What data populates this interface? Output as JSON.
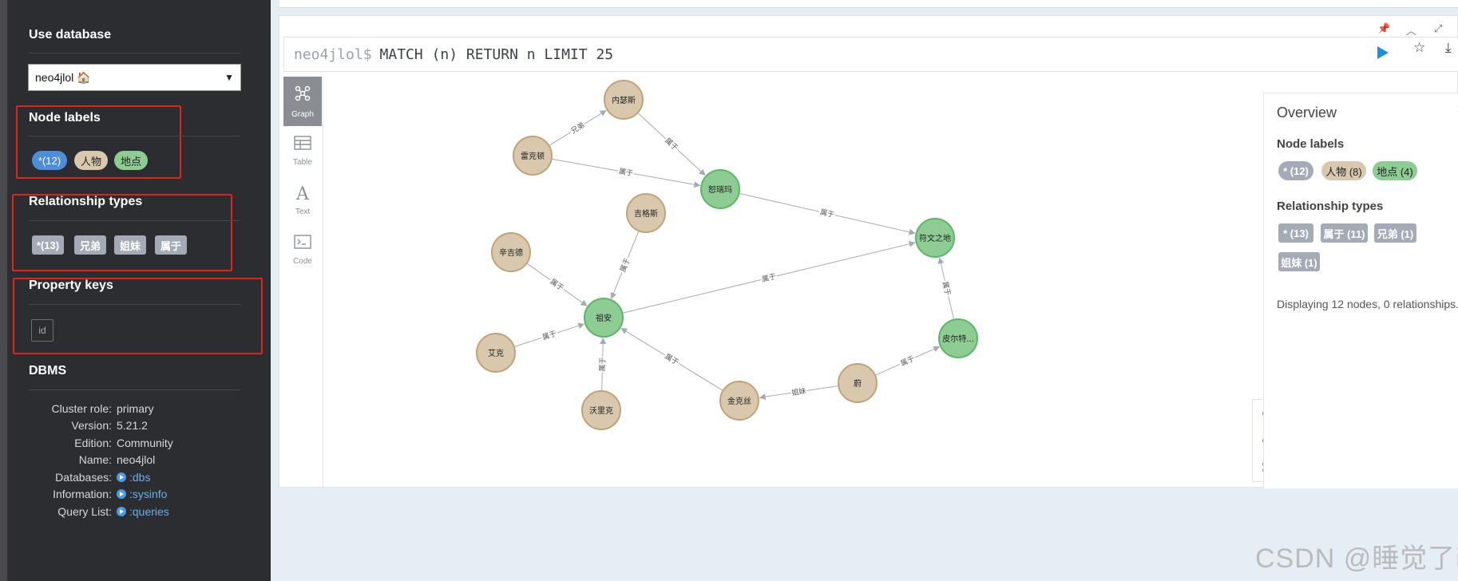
{
  "sidebar": {
    "use_database_title": "Use database",
    "database": "neo4jlol 🏠",
    "node_labels_title": "Node labels",
    "node_labels": [
      {
        "label": "*(12)",
        "color": "#4c8eda"
      },
      {
        "label": "人物",
        "color": "#d9c8ae"
      },
      {
        "label": "地点",
        "color": "#8dcc93"
      }
    ],
    "relationship_types_title": "Relationship types",
    "relationship_types": [
      "*(13)",
      "兄弟",
      "姐妹",
      "属于"
    ],
    "property_keys_title": "Property keys",
    "property_keys": [
      "id"
    ],
    "dbms_title": "DBMS",
    "dbms": {
      "cluster_role_key": "Cluster role:",
      "cluster_role": "primary",
      "version_key": "Version:",
      "version": "5.21.2",
      "edition_key": "Edition:",
      "edition": "Community",
      "name_key": "Name:",
      "name": "neo4jlol",
      "databases_key": "Databases:",
      "databases": ":dbs",
      "information_key": "Information:",
      "information": ":sysinfo",
      "query_list_key": "Query List:",
      "query_list": ":queries"
    }
  },
  "editor": {
    "prompt": "neo4jlol$",
    "query": "MATCH (n) RETURN n LIMIT 25"
  },
  "vis_tabs": [
    {
      "label": "Graph",
      "icon": "graph-icon"
    },
    {
      "label": "Table",
      "icon": "table-icon"
    },
    {
      "label": "Text",
      "icon": "text-icon"
    },
    {
      "label": "Code",
      "icon": "code-icon"
    }
  ],
  "graph": {
    "colors": {
      "person": "#d9c8ae",
      "person_border": "#c0a378",
      "place": "#8dcc93",
      "place_border": "#5db665"
    },
    "nodes": [
      {
        "id": "n1",
        "label": "内瑟斯",
        "type": "person"
      },
      {
        "id": "n2",
        "label": "雷克顿",
        "type": "person"
      },
      {
        "id": "n3",
        "label": "恕瑞玛",
        "type": "place"
      },
      {
        "id": "n4",
        "label": "吉格斯",
        "type": "person"
      },
      {
        "id": "n5",
        "label": "符文之地",
        "type": "place"
      },
      {
        "id": "n6",
        "label": "辛吉德",
        "type": "person"
      },
      {
        "id": "n7",
        "label": "祖安",
        "type": "place"
      },
      {
        "id": "n8",
        "label": "艾克",
        "type": "person"
      },
      {
        "id": "n9",
        "label": "沃里克",
        "type": "person"
      },
      {
        "id": "n10",
        "label": "皮尔特...",
        "type": "place"
      },
      {
        "id": "n11",
        "label": "蔚",
        "type": "person"
      },
      {
        "id": "n12",
        "label": "金克丝",
        "type": "person"
      }
    ],
    "edges": [
      {
        "from": "n2",
        "to": "n1",
        "label": "兄弟"
      },
      {
        "from": "n1",
        "to": "n3",
        "label": "属于"
      },
      {
        "from": "n2",
        "to": "n3",
        "label": "属于"
      },
      {
        "from": "n3",
        "to": "n5",
        "label": "属于"
      },
      {
        "from": "n4",
        "to": "n7",
        "label": "属于"
      },
      {
        "from": "n6",
        "to": "n7",
        "label": "属于"
      },
      {
        "from": "n8",
        "to": "n7",
        "label": "属于"
      },
      {
        "from": "n9",
        "to": "n7",
        "label": "属于"
      },
      {
        "from": "n7",
        "to": "n5",
        "label": "属于"
      },
      {
        "from": "n12",
        "to": "n7",
        "label": "属于"
      },
      {
        "from": "n11",
        "to": "n12",
        "label": "姐妹"
      },
      {
        "from": "n11",
        "to": "n10",
        "label": "属于"
      },
      {
        "from": "n10",
        "to": "n5",
        "label": "属于"
      }
    ]
  },
  "overview": {
    "title": "Overview",
    "node_labels_title": "Node labels",
    "node_labels": [
      {
        "label": "* (12)",
        "color": "#a5abb6",
        "text_color": "#ffffff"
      },
      {
        "label": "人物 (8)",
        "color": "#d9c8ae",
        "text_color": "#333333"
      },
      {
        "label": "地点 (4)",
        "color": "#8dcc93",
        "text_color": "#333333"
      }
    ],
    "relationship_types_title": "Relationship types",
    "relationship_types": [
      "* (13)",
      "属于 (11)",
      "兄弟 (1)",
      "姐妹 (1)"
    ],
    "display_text": "Displaying 12 nodes, 0 relationships."
  },
  "watermark": "CSDN @睡觉了i"
}
